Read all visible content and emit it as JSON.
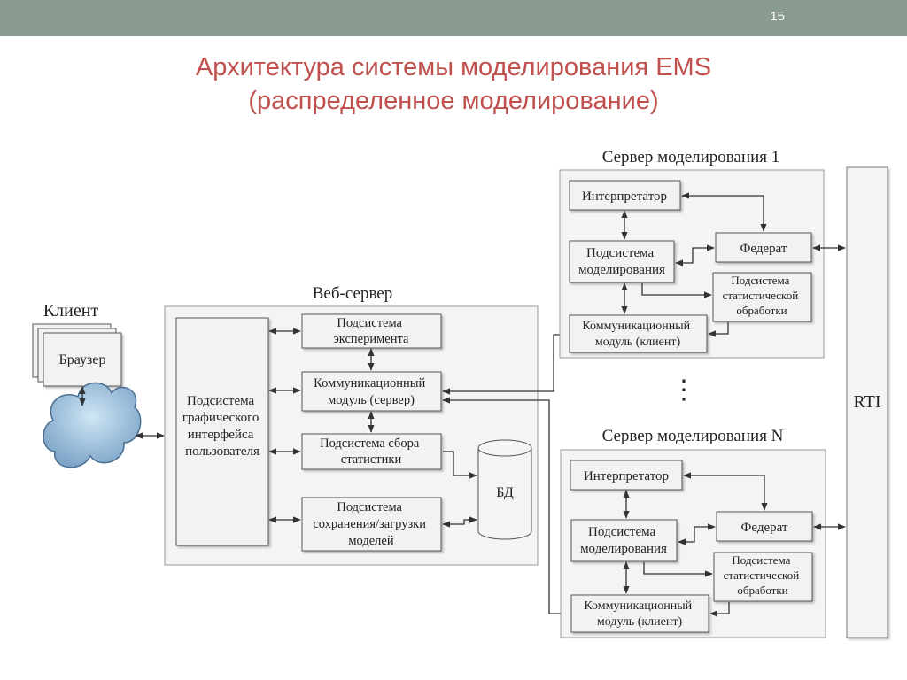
{
  "slide": {
    "page_number": "15",
    "title_line1": "Архитектура системы моделирования EMS",
    "title_line2": "(распределенное  моделирование)"
  },
  "client": {
    "heading": "Клиент",
    "browser": "Браузер"
  },
  "web_server": {
    "heading": "Веб-сервер",
    "gui_lines": [
      "Подсистема",
      "графического",
      "интерфейса",
      "пользователя"
    ],
    "experiment_lines": [
      "Подсистема",
      "эксперимента"
    ],
    "comm_lines": [
      "Коммуникационный",
      "модуль (сервер)"
    ],
    "stats_lines": [
      "Подсистема сбора",
      "статистики"
    ],
    "save_lines": [
      "Подсистема",
      "сохранения/загрузки",
      "моделей"
    ],
    "db": "БД"
  },
  "server1": {
    "heading": "Сервер моделирования 1",
    "interpreter": "Интерпретатор",
    "modeling_lines": [
      "Подсистема",
      "моделирования"
    ],
    "federate": "Федерат",
    "stat_lines": [
      "Подсистема",
      "статистической",
      "обработки"
    ],
    "comm_lines": [
      "Коммуникационный",
      "модуль (клиент)"
    ]
  },
  "serverN": {
    "heading": "Сервер моделирования N",
    "interpreter": "Интерпретатор",
    "modeling_lines": [
      "Подсистема",
      "моделирования"
    ],
    "federate": "Федерат",
    "stat_lines": [
      "Подсистема",
      "статистической",
      "обработки"
    ],
    "comm_lines": [
      "Коммуникационный",
      "модуль (клиент)"
    ]
  },
  "ellipsis": "⋮",
  "rti": "RTI"
}
